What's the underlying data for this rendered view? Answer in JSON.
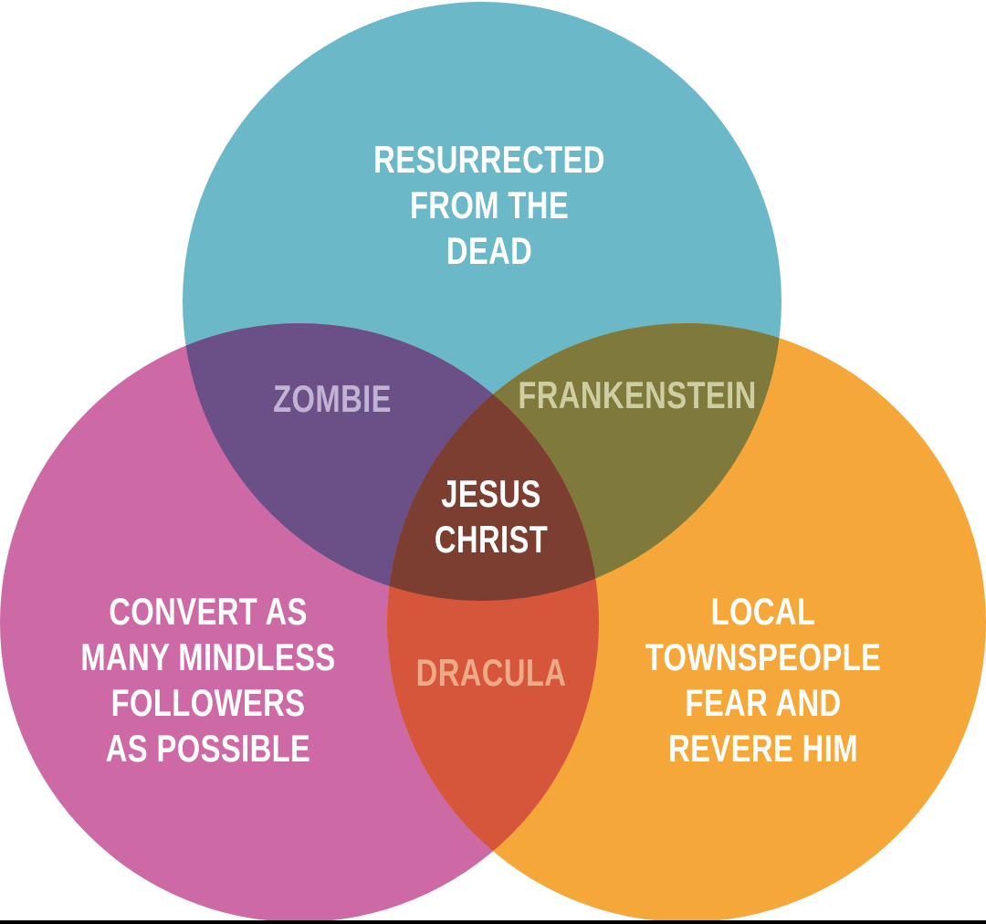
{
  "diagram": {
    "type": "venn",
    "sets": [
      {
        "id": "top",
        "label": "RESURRECTED\nFROM THE\nDEAD",
        "color": "#6bb8c8"
      },
      {
        "id": "left",
        "label": "CONVERT AS\nMANY MINDLESS\nFOLLOWERS\nAS POSSIBLE",
        "color": "#cd6aa6"
      },
      {
        "id": "right",
        "label": "LOCAL\nTOWNSPEOPLE\nFEAR AND\nREVERE HIM",
        "color": "#f6a73a"
      }
    ],
    "intersections": {
      "top_left": {
        "label": "ZOMBIE",
        "color": "#6b5088",
        "text_color": "#c2b2d4"
      },
      "top_right": {
        "label": "FRANKENSTEIN",
        "color": "#7f7a3c",
        "text_color": "#cfcda2"
      },
      "left_right": {
        "label": "DRACULA",
        "color": "#d5563a",
        "text_color": "#eeaa88"
      },
      "all": {
        "label": "JESUS\nCHRIST",
        "color": "#7c3e30",
        "text_color": "#ffffff"
      }
    }
  }
}
